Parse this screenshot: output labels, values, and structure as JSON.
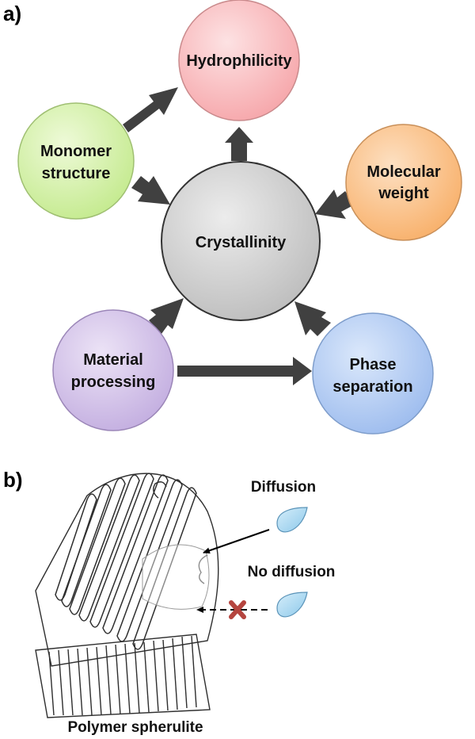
{
  "panel_a": {
    "label": "a)",
    "nodes": {
      "hydrophilicity": "Hydrophilicity",
      "monomer_line1": "Monomer",
      "monomer_line2": "structure",
      "molecular_line1": "Molecular",
      "molecular_line2": "weight",
      "crystallinity": "Crystallinity",
      "material_line1": "Material",
      "material_line2": "processing",
      "phase_line1": "Phase",
      "phase_line2": "separation"
    },
    "colors": {
      "hydrophilicity": "#f9b9bc",
      "monomer": "#d3f0a8",
      "molecular": "#fbc48c",
      "crystallinity": "#d1d1d1",
      "material": "#d2c1e6",
      "phase": "#b3cdf3",
      "arrow": "#404040"
    }
  },
  "panel_b": {
    "label": "b)",
    "diffusion": "Diffusion",
    "no_diffusion": "No diffusion",
    "caption": "Polymer spherulite",
    "colors": {
      "droplet": "#9fd2ee",
      "cross": "#b5453f"
    }
  }
}
